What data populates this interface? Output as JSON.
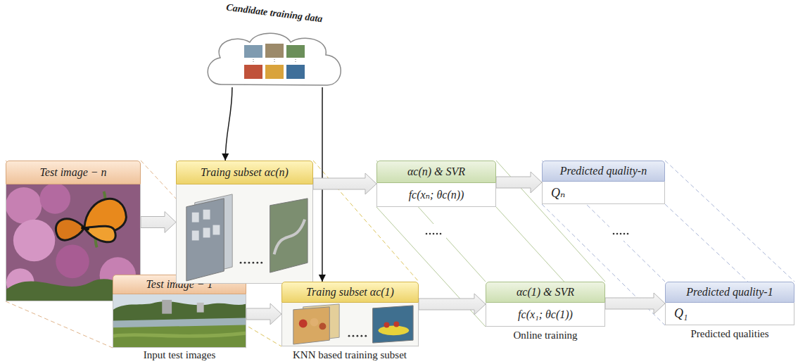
{
  "diagram": {
    "nodes": [
      {
        "text": [
          "Candidate training data"
        ]
      },
      {
        "text": [
          "Test image − n"
        ]
      },
      {
        "text": [
          "Test image − 1"
        ]
      },
      {
        "text": [
          "Traing subset αc(n)"
        ]
      },
      {
        "text": [
          "Traing subset αc(1)"
        ]
      },
      {
        "text": [
          "αc(n) & SVR",
          "fc(xₙ; θc(n))"
        ]
      },
      {
        "text": [
          "αc(1) & SVR",
          "fc(x₁; θc(1))"
        ]
      },
      {
        "text": [
          "Predicted quality-n",
          "Qₙ"
        ]
      },
      {
        "text": [
          "Predicted quality-1",
          "Q₁"
        ]
      }
    ],
    "edges": [
      {
        "from": 0,
        "to": 3,
        "arrow": "to"
      },
      {
        "from": 0,
        "to": 4,
        "arrow": "to"
      },
      {
        "from": 1,
        "to": 3,
        "arrow": "to"
      },
      {
        "from": 2,
        "to": 4,
        "arrow": "to"
      },
      {
        "from": 3,
        "to": 5,
        "arrow": "to"
      },
      {
        "from": 4,
        "to": 6,
        "arrow": "to"
      },
      {
        "from": 5,
        "to": 7,
        "arrow": "to"
      },
      {
        "from": 6,
        "to": 8,
        "arrow": "to"
      }
    ],
    "labels": [
      "Input test images",
      "KNN based training subset",
      "Online training",
      "Predicted qualities"
    ]
  }
}
